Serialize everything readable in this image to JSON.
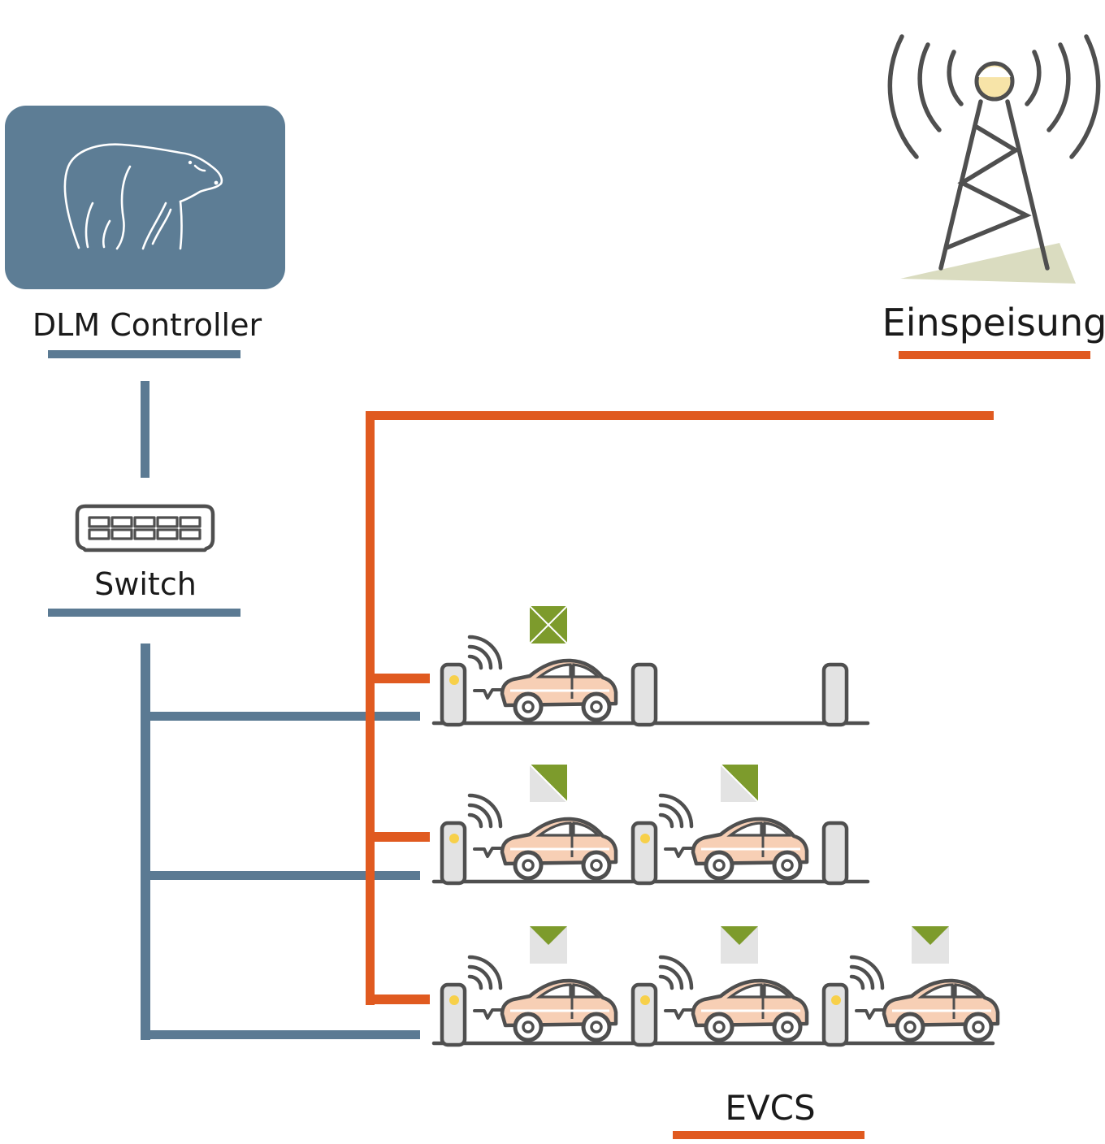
{
  "labels": {
    "controller": "DLM Controller",
    "switch": "Switch",
    "feed": "Einspeisung",
    "evcs": "EVCS"
  },
  "colors": {
    "data_line": "#5b7a93",
    "power_line": "#e05a20",
    "controller_bg": "#5d7d95",
    "outline": "#4f4f4f",
    "charger_fill": "#e3e3e3",
    "charger_led": "#f7d04a",
    "car_fill": "#f7cfb5",
    "envelope_green": "#7d9b2c",
    "envelope_grey": "#e3e3e3",
    "tower_bulb": "#f7e4a8",
    "tower_shadow": "#dadcc0"
  },
  "icons": {
    "controller": "polar-bear-icon",
    "switch": "network-switch-icon",
    "feed": "radio-tower-icon",
    "charger": "charging-station-icon",
    "car": "electric-car-icon",
    "envelope": "envelope-icon",
    "signal": "wifi-signal-icon"
  },
  "rows": [
    {
      "spots": [
        {
          "occupied": true,
          "envelope": "full"
        },
        {
          "occupied": false
        },
        {
          "occupied": false
        }
      ]
    },
    {
      "spots": [
        {
          "occupied": true,
          "envelope": "half"
        },
        {
          "occupied": true,
          "envelope": "half"
        },
        {
          "occupied": false
        }
      ]
    },
    {
      "spots": [
        {
          "occupied": true,
          "envelope": "flap"
        },
        {
          "occupied": true,
          "envelope": "flap"
        },
        {
          "occupied": true,
          "envelope": "flap"
        }
      ]
    }
  ]
}
